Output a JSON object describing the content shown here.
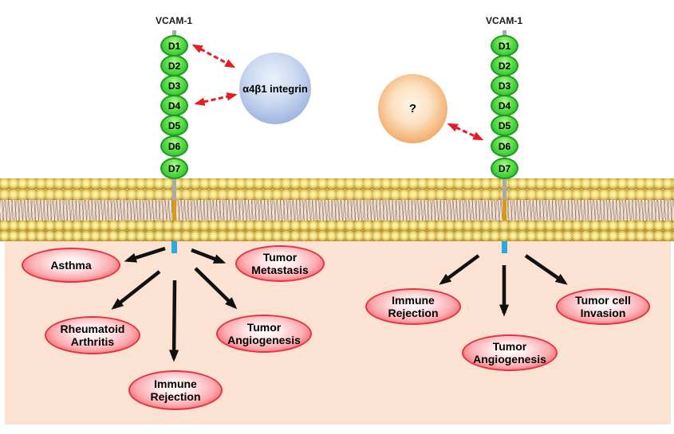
{
  "figure": {
    "left_complex": {
      "title": "VCAM-1",
      "domains": [
        "D1",
        "D2",
        "D3",
        "D4",
        "D5",
        "D6",
        "D7"
      ],
      "ligand_label": "α4β1 integrin",
      "diseases": {
        "asthma": "Asthma",
        "tumor_metastasis": "Tumor Metastasis",
        "rheumatoid_arthritis": "Rheumatoid Arthritis",
        "tumor_angiogenesis": "Tumor Angiogenesis",
        "immune_rejection": "Immune Rejection"
      }
    },
    "right_complex": {
      "title": "VCAM-1",
      "domains": [
        "D1",
        "D2",
        "D3",
        "D4",
        "D5",
        "D6",
        "D7"
      ],
      "ligand_label": "?",
      "diseases": {
        "immune_rejection": "Immune Rejection",
        "tumor_angiogenesis": "Tumor Angiogenesis",
        "tumor_cell_invasion": "Tumor cell Invasion"
      }
    },
    "colors": {
      "domain_green": "#3ccb38",
      "domain_border_green": "#1f9a1f",
      "membrane_head_yellow": "#e8d26e",
      "cytoplasm_peach": "#fbe2d2",
      "disease_red": "#ee3c49",
      "integrin_blue": "#a4b9e2",
      "unknown_ligand_orange": "#ea9046",
      "interaction_arrow_red": "#e61b23",
      "effect_arrow_black": "#111111",
      "transmembrane_segment_orange": "#d89a15",
      "cytoplasmic_tail_cyan": "#2aaae1",
      "stalk_gray": "#a9a9a9"
    }
  }
}
